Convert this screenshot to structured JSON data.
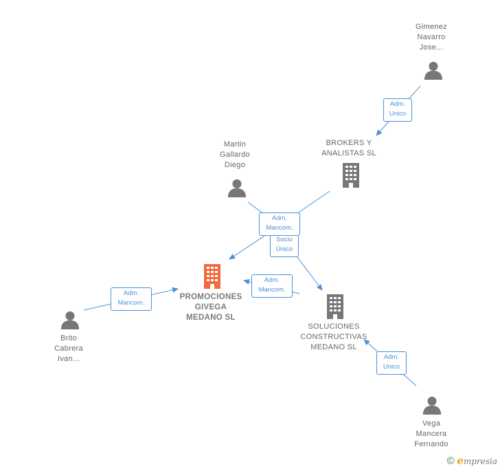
{
  "colors": {
    "edge": "#4a90d9",
    "person": "#777777",
    "company": "#777777",
    "main_company": "#f26a3d"
  },
  "nodes": {
    "gimenez": {
      "label": [
        "Gimenez",
        "Navarro",
        "Jose..."
      ],
      "icon": "person-icon"
    },
    "brokers": {
      "label": [
        "BROKERS Y",
        "ANALISTAS  SL"
      ],
      "icon": "building-icon"
    },
    "martin": {
      "label": [
        "Martin",
        "Gallardo",
        "Diego"
      ],
      "icon": "person-icon"
    },
    "promociones": {
      "label": [
        "PROMOCIONES",
        "GIVEGA",
        "MEDANO  SL"
      ],
      "icon": "building-icon"
    },
    "soluciones": {
      "label": [
        "SOLUCIONES",
        "CONSTRUCTIVAS",
        "MEDANO  SL"
      ],
      "icon": "building-icon"
    },
    "brito": {
      "label": [
        "Brito",
        "Cabrera",
        "Ivan..."
      ],
      "icon": "person-icon"
    },
    "vega": {
      "label": [
        "Vega",
        "Mancera",
        "Fernando"
      ],
      "icon": "person-icon"
    }
  },
  "edges": {
    "gimenez_brokers": [
      "Adm.",
      "Unico"
    ],
    "martin_promociones": [
      "Adm.",
      "Mancom."
    ],
    "brokers_soluciones": [
      "Socio",
      "Único"
    ],
    "soluciones_promociones": [
      "Adm.",
      "Mancom."
    ],
    "brito_promociones": [
      "Adm.",
      "Mancom."
    ],
    "vega_soluciones": [
      "Adm.",
      "Unico"
    ]
  },
  "footer": {
    "copyright": "©",
    "brand_initial": "e",
    "brand_rest": "mpresia"
  }
}
